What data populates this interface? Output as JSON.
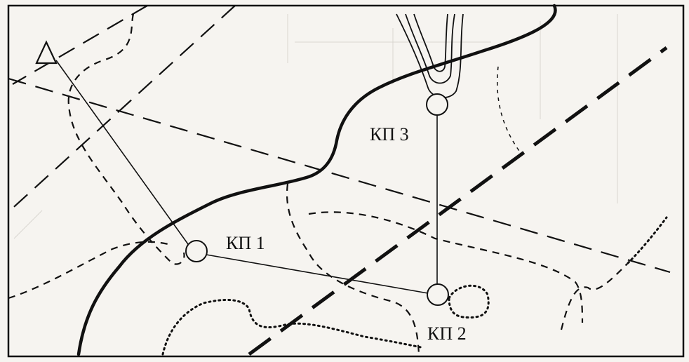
{
  "map": {
    "start_symbol": "triangle-start",
    "control_points": [
      {
        "id": "cp1",
        "label": "КП 1"
      },
      {
        "id": "cp2",
        "label": "КП 2"
      },
      {
        "id": "cp3",
        "label": "КП 3"
      }
    ],
    "colors": {
      "ink": "#111111",
      "paper": "#f6f4f0"
    }
  }
}
